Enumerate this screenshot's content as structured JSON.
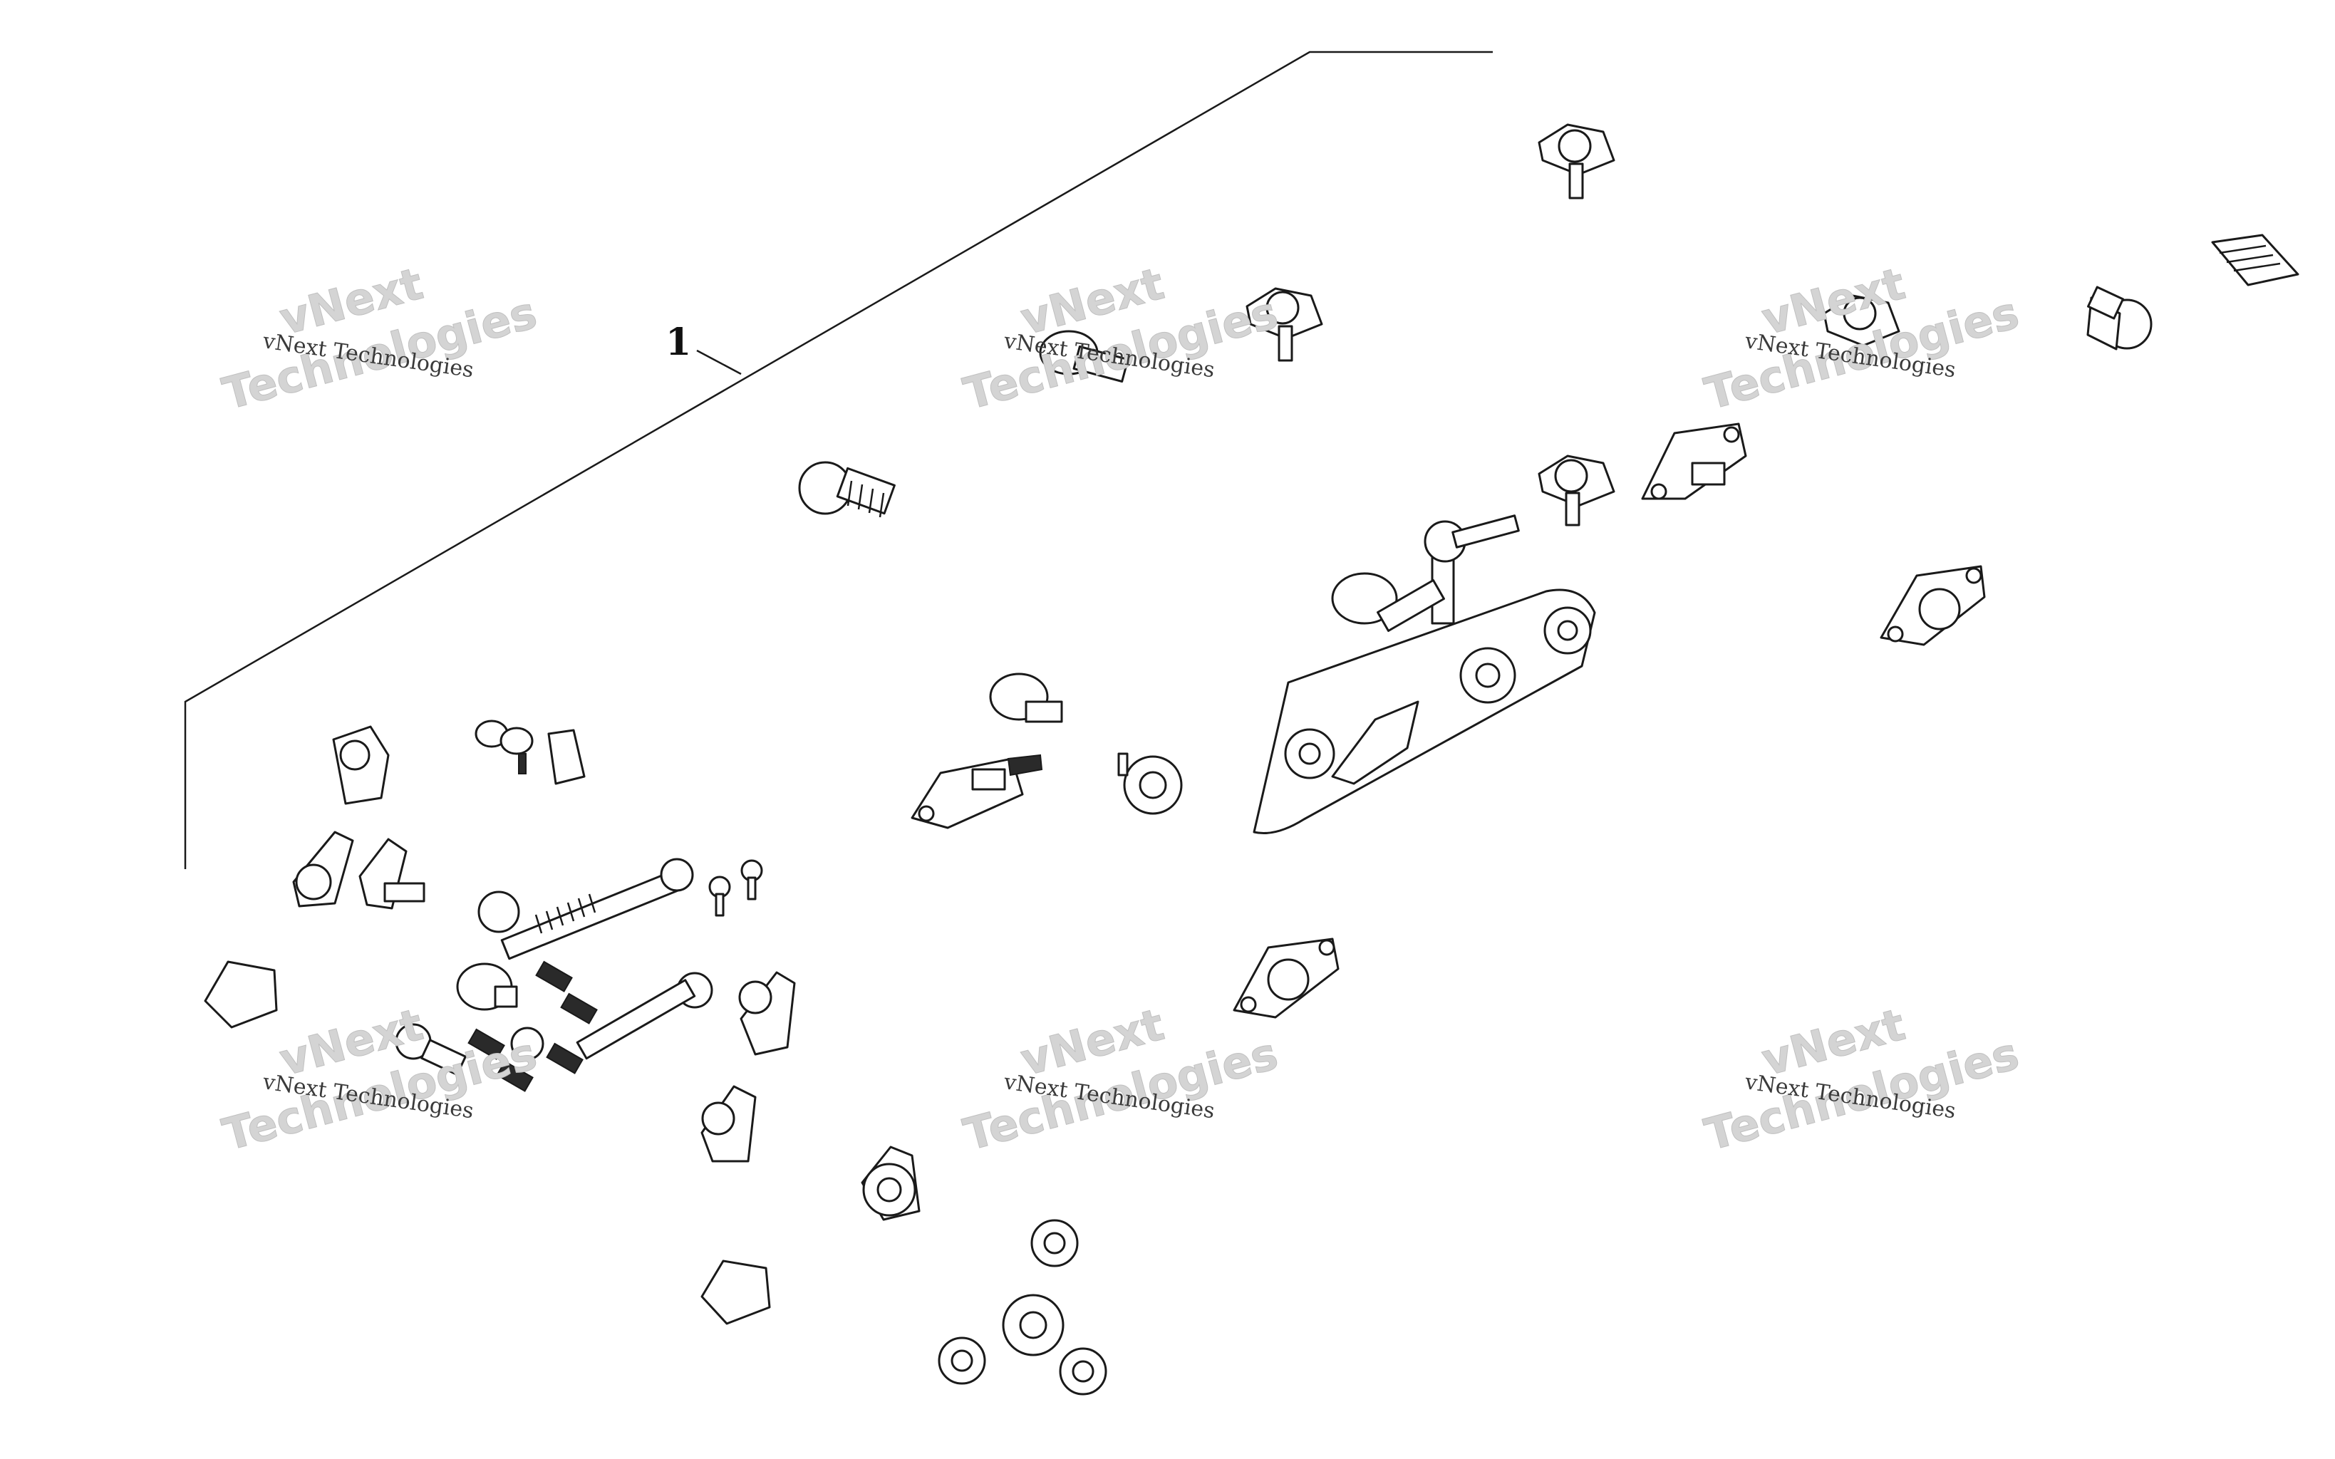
{
  "diagram": {
    "callouts": [
      {
        "label": "1"
      }
    ],
    "watermark": {
      "small_text": "vNext Technologies",
      "big_line1": "vNext",
      "big_line2": "Technologies",
      "instances": 6
    }
  }
}
